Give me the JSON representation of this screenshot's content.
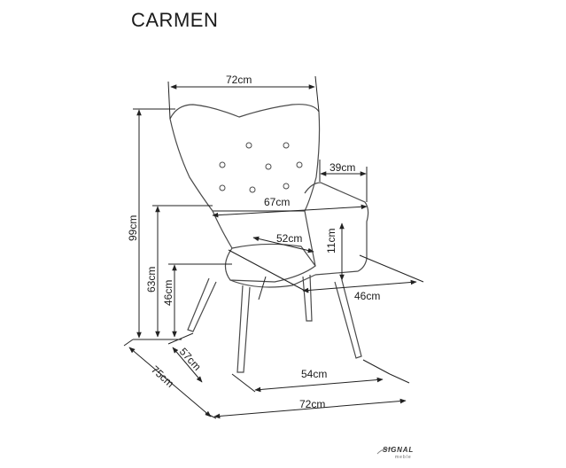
{
  "title": "CARMEN",
  "dimensions": {
    "width_top": "72cm",
    "armrest_width": "39cm",
    "inner_width": "67cm",
    "seat_depth": "52cm",
    "arm_height": "11cm",
    "side_depth": "46cm",
    "total_height": "99cm",
    "arm_floor_height": "63cm",
    "seat_height": "46cm",
    "leg_depth": "57cm",
    "total_depth": "75cm",
    "leg_width": "54cm",
    "base_width": "72cm"
  },
  "logo": {
    "brand": "SIGNAL",
    "sub": "meble"
  },
  "colors": {
    "line": "#222222",
    "outline": "#4a4a4a"
  }
}
